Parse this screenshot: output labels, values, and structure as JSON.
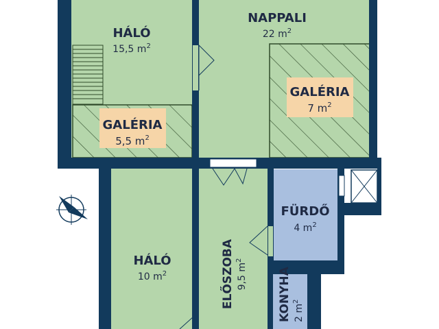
{
  "rooms": {
    "halo_top": {
      "name": "HÁLÓ",
      "area_num": "15,5 m",
      "area_sup": "2"
    },
    "nappali": {
      "name": "NAPPALI",
      "area_num": "22 m",
      "area_sup": "2"
    },
    "galeria_r": {
      "name": "GALÉRIA",
      "area_num": "7 m",
      "area_sup": "2"
    },
    "galeria_l": {
      "name": "GALÉRIA",
      "area_num": "5,5 m",
      "area_sup": "2"
    },
    "furdo": {
      "name": "FÜRDŐ",
      "area_num": "4 m",
      "area_sup": "2"
    },
    "halo_bot": {
      "name": "HÁLÓ",
      "area_num": "10 m",
      "area_sup": "2"
    },
    "eloszoba": {
      "name": "ELŐSZOBA",
      "area_num": "9,5 m",
      "area_sup": "2"
    },
    "konyha": {
      "name": "KONYHA",
      "area_num": "2 m",
      "area_sup": "2"
    }
  },
  "icons": {
    "compass": "compass-icon"
  },
  "colors": {
    "wall": "#123a5c",
    "room_fill": "#b5d6ab",
    "label_fill": "#f6d5a8",
    "bath_fill": "#a9bfdf",
    "hatch": "#2f4a2a",
    "text": "#1f2a44"
  }
}
